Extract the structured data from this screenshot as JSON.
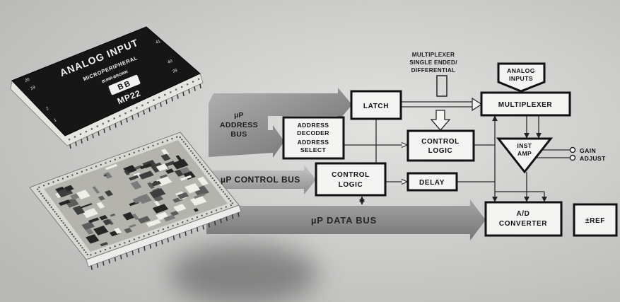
{
  "chip_module": {
    "title": "ANALOG INPUT",
    "subtitle": "MICROPERIPHERAL",
    "brand": "BURR-BROWN",
    "logo": "BB",
    "model": "MP22",
    "pins": {
      "p20": "20",
      "p19": "19",
      "p41": "41",
      "p40": "40",
      "p39": "39",
      "p2": "2",
      "p1": "1"
    }
  },
  "buses": {
    "address": {
      "lines": [
        "µP",
        "ADDRESS",
        "BUS"
      ]
    },
    "control": {
      "label": "µP CONTROL BUS"
    },
    "data": {
      "label": "µP DATA BUS"
    }
  },
  "blocks": {
    "mux_mode": {
      "lines": [
        "MULTIPLEXER",
        "SINGLE ENDED/",
        "DIFFERENTIAL"
      ]
    },
    "latch": {
      "label": "LATCH"
    },
    "address_decoder": {
      "lines": [
        "ADDRESS",
        "DECODER",
        "ADDRESS",
        "SELECT"
      ]
    },
    "control_logic_bus": {
      "lines": [
        "CONTROL",
        "LOGIC"
      ]
    },
    "control_logic_mux": {
      "lines": [
        "CONTROL",
        "LOGIC"
      ]
    },
    "delay": {
      "label": "DELAY"
    },
    "multiplexer": {
      "label": "MULTIPLEXER"
    },
    "analog_inputs": {
      "lines": [
        "ANALOG",
        "INPUTS"
      ]
    },
    "inst_amp": {
      "lines": [
        "INST",
        "AMP"
      ]
    },
    "gain_adjust": {
      "lines": [
        "GAIN",
        "ADJUST"
      ]
    },
    "ad_converter": {
      "lines": [
        "A/D",
        "CONVERTER"
      ]
    },
    "reference": {
      "label": "±REF"
    }
  },
  "colors": {
    "background": "#d4d4d2",
    "block_fill": "#f4f4f2",
    "block_stroke": "#111111",
    "bus_arrow": "#8a8a8a",
    "chip_body": "#161616"
  }
}
